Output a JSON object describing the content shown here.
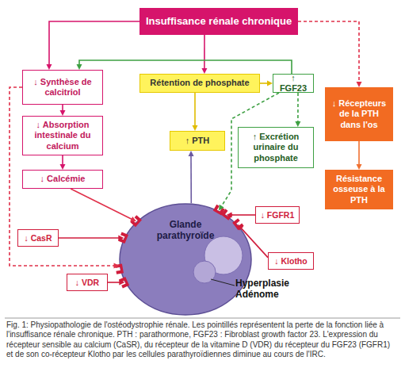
{
  "diagram": {
    "caption": "Fig. 1: Physiopathologie de l'ostéodystrophie rénale. Les pointillés représentent la perte de la fonction liée à l'insuffisance rénale chronique. PTH : parathormone, FGF23 : Fibroblast growth factor 23. L'expression du récepteur sensible au calcium (CaSR), du récepteur de la vitamine D (VDR) du récepteur du FGF23 (FGFR1) et de son co-récepteur Klotho par les cellules parathyroïdiennes diminue au cours de l'IRC.",
    "nodes": [
      {
        "text": [
          "Insuffisance rénale chronique"
        ]
      },
      {
        "text": [
          "↓ Synthèse de calcitriol"
        ]
      },
      {
        "text": [
          "↓ Absorption intestinale du calcium"
        ]
      },
      {
        "text": [
          "↓ Calcémie"
        ]
      },
      {
        "text": [
          "Rétention de phosphate"
        ]
      },
      {
        "text": [
          "↑ FGF23"
        ]
      },
      {
        "text": [
          "↓ Récepteurs de la PTH dans l'os"
        ]
      },
      {
        "text": [
          "↑ PTH"
        ]
      },
      {
        "text": [
          "↑ Excrétion urinaire du phosphate"
        ]
      },
      {
        "text": [
          "Résistance osseuse à la PTH"
        ]
      },
      {
        "text": [
          "↓ CasR"
        ]
      },
      {
        "text": [
          "↓ FGFR1"
        ]
      },
      {
        "text": [
          "Glande parathyroïde"
        ]
      },
      {
        "text": [
          "↓ Klotho"
        ]
      },
      {
        "text": [
          "↓ VDR"
        ]
      }
    ],
    "edges": [
      {
        "from": 0,
        "to": 1,
        "arrow": "to"
      },
      {
        "from": 0,
        "to": 4,
        "arrow": "to"
      },
      {
        "from": 0,
        "to": 6,
        "arrow": "to"
      },
      {
        "from": 1,
        "to": 12,
        "arrow": "to"
      },
      {
        "from": 4,
        "to": 7,
        "arrow": "to"
      },
      {
        "from": 4,
        "to": 5,
        "arrow": "to"
      },
      {
        "from": 5,
        "to": 1,
        "arrow": "to"
      },
      {
        "from": 5,
        "to": 8,
        "arrow": "to"
      },
      {
        "from": 5,
        "to": 12,
        "arrow": "to"
      },
      {
        "from": 1,
        "to": 2,
        "arrow": "to"
      },
      {
        "from": 2,
        "to": 3,
        "arrow": "to"
      },
      {
        "from": 3,
        "to": 12,
        "arrow": "to"
      },
      {
        "from": 12,
        "to": 7,
        "arrow": "to"
      },
      {
        "from": 6,
        "to": 9,
        "arrow": "to"
      },
      {
        "from": 10,
        "to": 12,
        "arrow": "to"
      },
      {
        "from": 11,
        "to": 12,
        "arrow": "to"
      },
      {
        "from": 13,
        "to": 12,
        "arrow": "to"
      },
      {
        "from": 14,
        "to": 12,
        "arrow": "to"
      }
    ],
    "labels": [
      "Hyperplasie Adénome"
    ]
  }
}
